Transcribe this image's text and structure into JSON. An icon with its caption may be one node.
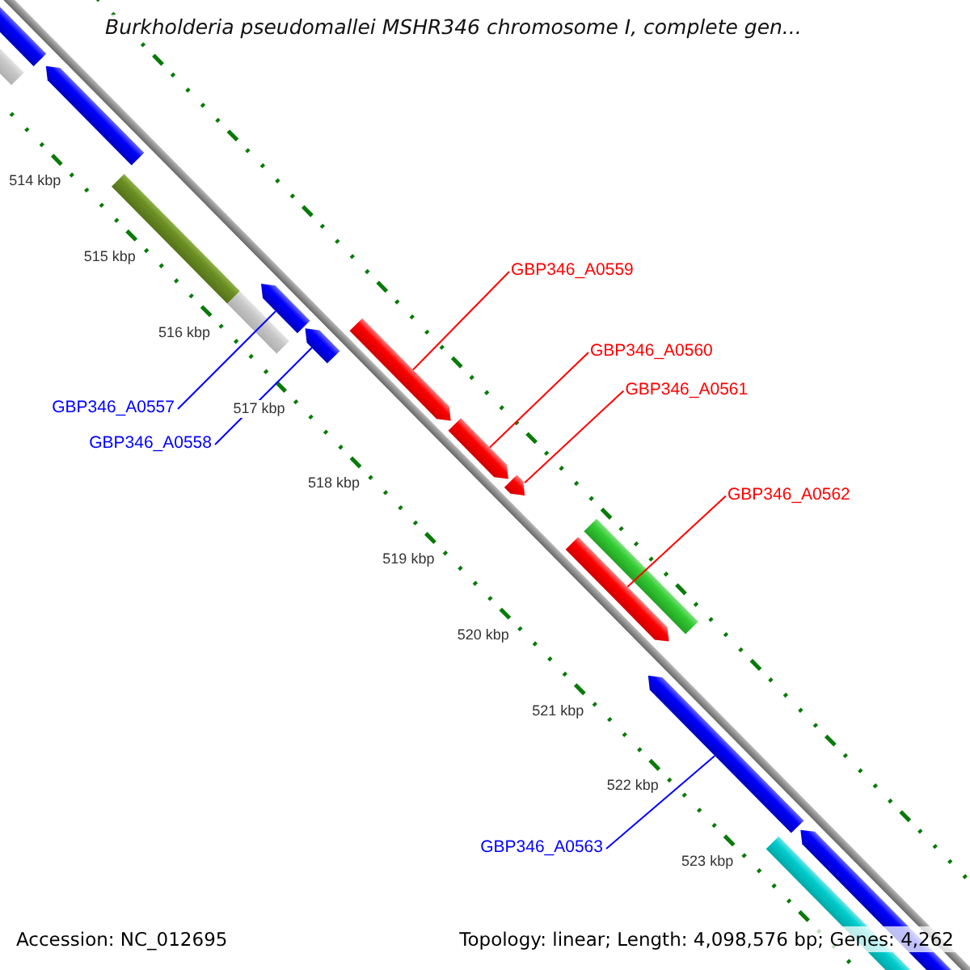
{
  "diagram": {
    "title": "Burkholderia pseudomallei MSHR346 chromosome I, complete gen...",
    "nodes": [
      {
        "text": [
          "GBP346_A0557"
        ]
      },
      {
        "text": [
          "GBP346_A0558"
        ]
      },
      {
        "text": [
          "GBP346_A0559"
        ]
      },
      {
        "text": [
          "GBP346_A0560"
        ]
      },
      {
        "text": [
          "GBP346_A0561"
        ]
      },
      {
        "text": [
          "GBP346_A0562"
        ]
      },
      {
        "text": [
          "GBP346_A0563"
        ]
      },
      {
        "text": [],
        "shape": "arrow"
      },
      {
        "text": [],
        "shape": "arrow"
      },
      {
        "text": [],
        "shape": "arrow"
      },
      {
        "text": [],
        "shape": "arrow"
      },
      {
        "text": [],
        "shape": "arrow"
      },
      {
        "text": [],
        "shape": "arrow"
      },
      {
        "text": [],
        "shape": "arrow"
      }
    ],
    "edges": [
      {
        "from": 0,
        "to": 7,
        "arrow": "none",
        "color": "#0000ff"
      },
      {
        "from": 1,
        "to": 8,
        "arrow": "none",
        "color": "#0000ff"
      },
      {
        "from": 2,
        "to": 9,
        "arrow": "none"
      },
      {
        "from": 3,
        "to": 10,
        "arrow": "none"
      },
      {
        "from": 4,
        "to": 11,
        "arrow": "none"
      },
      {
        "from": 5,
        "to": 12,
        "arrow": "none"
      },
      {
        "from": 6,
        "to": 13,
        "arrow": "none",
        "color": "#0000ff"
      }
    ],
    "labels": [
      "514 kbp",
      "515 kbp",
      "516 kbp",
      "517 kbp",
      "518 kbp",
      "519 kbp",
      "520 kbp",
      "521 kbp",
      "522 kbp",
      "523 kbp",
      "Accession: NC_012695",
      "Topology: linear; Length: 4,098,576 bp; Genes: 4,262"
    ]
  }
}
